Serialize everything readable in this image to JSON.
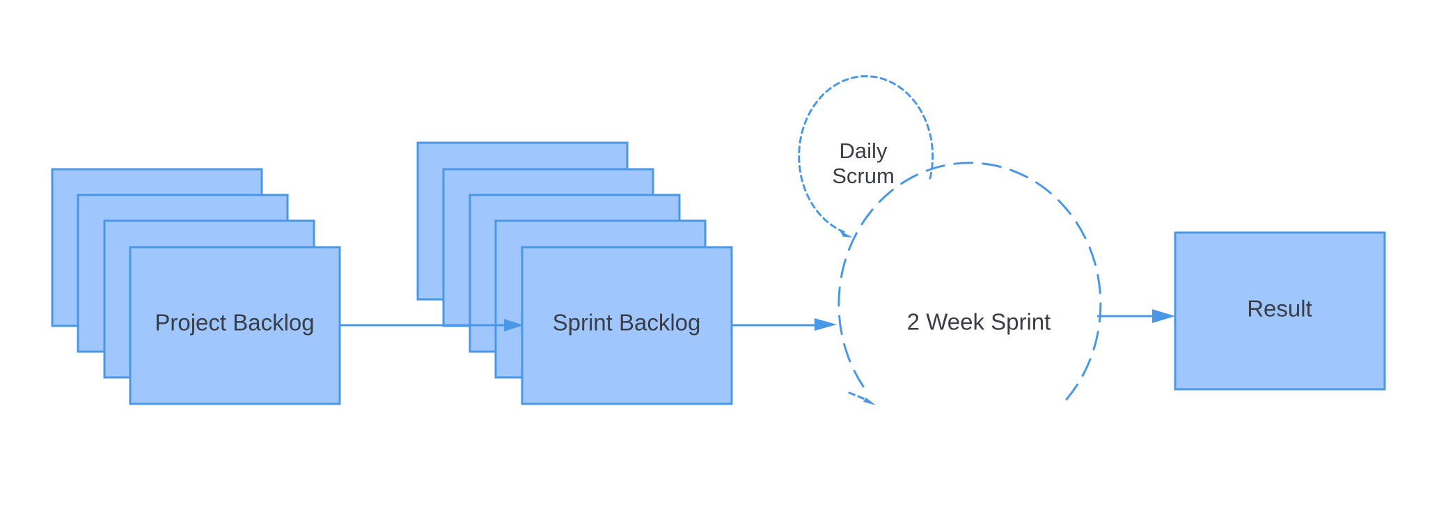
{
  "diagram": {
    "nodes": {
      "project_backlog": {
        "label": "Project Backlog",
        "stack_count": 4
      },
      "sprint_backlog": {
        "label": "Sprint Backlog",
        "stack_count": 5
      },
      "two_week_sprint": {
        "label": "2 Week Sprint"
      },
      "daily_scrum": {
        "label_line1": "Daily",
        "label_line2": "Scrum"
      },
      "result": {
        "label": "Result"
      }
    },
    "edges": [
      {
        "from": "project_backlog",
        "to": "sprint_backlog",
        "style": "solid"
      },
      {
        "from": "sprint_backlog",
        "to": "two_week_sprint",
        "style": "solid"
      },
      {
        "from": "two_week_sprint",
        "to": "result",
        "style": "solid"
      },
      {
        "from": "daily_scrum",
        "to": "two_week_sprint",
        "style": "dashed"
      },
      {
        "from": "two_week_sprint",
        "to": "two_week_sprint",
        "style": "dashed-loop"
      }
    ],
    "colors": {
      "card_fill": "#9fc7fd",
      "stroke": "#4a97e6",
      "text": "#3a3d45"
    }
  }
}
